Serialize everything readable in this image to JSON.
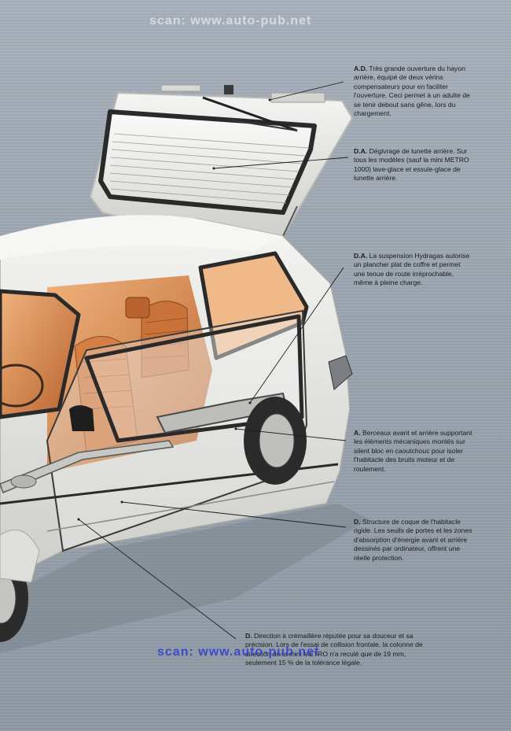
{
  "watermark_top": "scan: www.auto-pub.net",
  "watermark_bottom": "scan: www.auto-pub.net",
  "callouts": [
    {
      "code": "A.D.",
      "text": "Très grande ouverture du hayon arrière, équipé de deux vérins compensateurs pour en faciliter l'ouverture. Ceci permet à un adulte de se tenir debout sans gêne, lors du chargement."
    },
    {
      "code": "D.A.",
      "text": "Dégivrage de lunette arrière. Sur tous les modèles (sauf la mini METRO 1000) lave-glace et essuie-glace de lunette arrière."
    },
    {
      "code": "D.A.",
      "text": "La suspension Hydragas autorise un plancher plat de coffre et permet une tenue de route irréprochable, même à pleine charge."
    },
    {
      "code": "A.",
      "text": "Berceaux avant et arrière supportant les éléments mécaniques montés sur silent bloc en caoutchouc pour isoler l'habitacle des bruits moteur et de roulement."
    },
    {
      "code": "D.",
      "text": "Structure de coque de l'habitacle rigide. Les seuils de portes et les zones d'absorption d'énergie avant et arrière dessinés par ordinateur, offrent une réelle protection."
    },
    {
      "code": "D.",
      "text": "Direction à crémaillère réputée pour sa douceur et sa précision. Lors de l'essai de collision frontale, la colonne de direction de la mini METRO n'a reculé que de 19 mm, seulement 15 % de la tolérance légale."
    }
  ],
  "colors": {
    "background": "#9ba5af",
    "car_body": "#e9e9e6",
    "interior": "#d98a4e",
    "glass": "#f2f2f0"
  }
}
